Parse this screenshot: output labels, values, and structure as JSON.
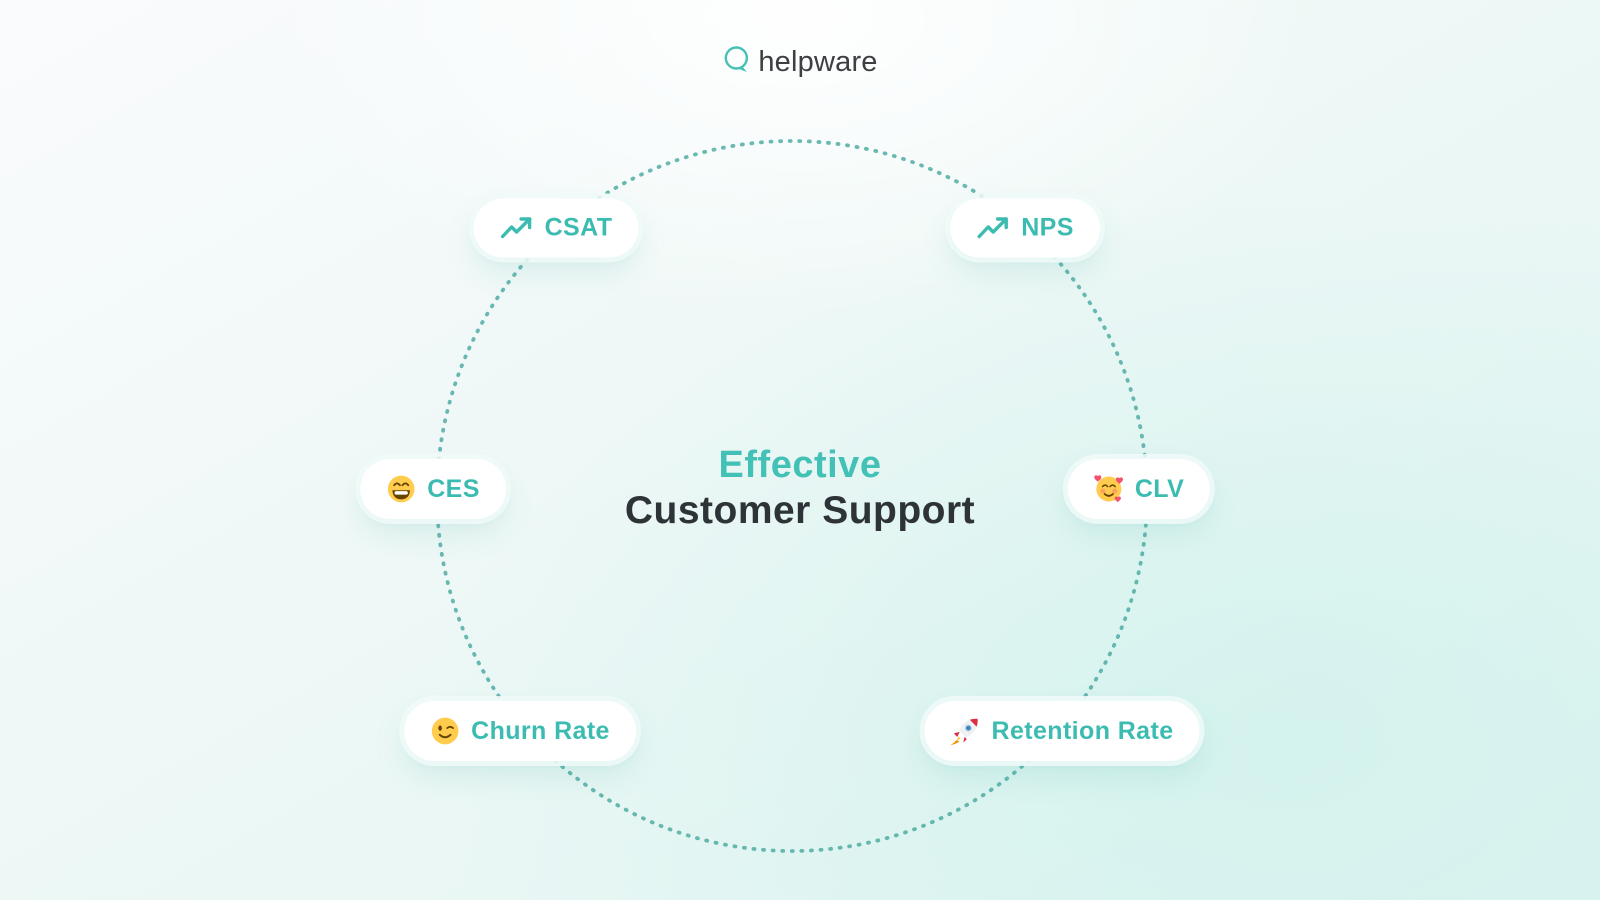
{
  "page": {
    "background_top_color": "#fafbfd",
    "background_bottom_color": "#e0f4f1"
  },
  "logo": {
    "brand": "helpware",
    "icon": "speech-bubble-icon",
    "icon_color": "#45c0b5",
    "text_color": "#3c4043"
  },
  "center": {
    "title_line1": "Effective",
    "title_line2": "Customer Support",
    "line1_color": "#43c1b6",
    "line2_color": "#2e3338"
  },
  "circle": {
    "style": "dotted",
    "color": "#46a89f"
  },
  "accent_color": "#3cbcb1",
  "metrics": [
    {
      "label": "CSAT",
      "icon": "trend-up-icon"
    },
    {
      "label": "NPS",
      "icon": "trend-up-icon"
    },
    {
      "label": "CES",
      "icon": "laughing-emoji-icon",
      "emoji": "😄"
    },
    {
      "label": "CLV",
      "icon": "smiling-hearts-emoji-icon",
      "emoji": "🥰"
    },
    {
      "label": "Churn Rate",
      "icon": "winking-emoji-icon",
      "emoji": "😉"
    },
    {
      "label": "Retention Rate",
      "icon": "rocket-emoji-icon",
      "emoji": "🚀"
    }
  ]
}
